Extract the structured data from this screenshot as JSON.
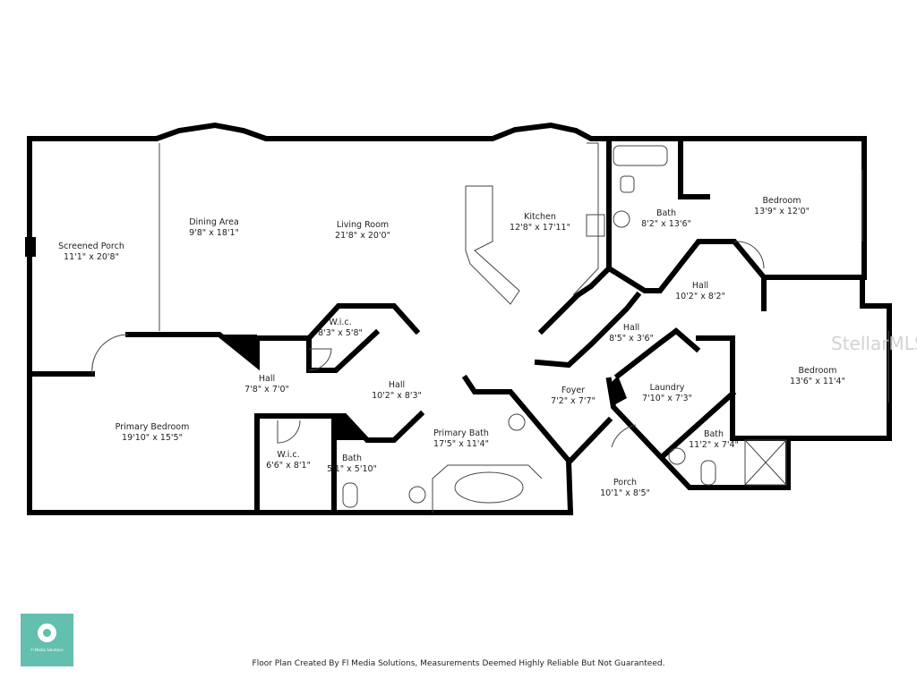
{
  "rooms": [
    {
      "name": "Screened Porch",
      "size": "11'1\" x 20'8\""
    },
    {
      "name": "Dining Area",
      "size": "9'8\" x 18'1\""
    },
    {
      "name": "Living Room",
      "size": "21'8\" x 20'0\""
    },
    {
      "name": "Kitchen",
      "size": "12'8\" x 17'11\""
    },
    {
      "name": "Bath",
      "size": "8'2\" x 13'6\""
    },
    {
      "name": "Bedroom",
      "size": "13'9\" x 12'0\""
    },
    {
      "name": "Hall",
      "size": "10'2\" x 8'2\""
    },
    {
      "name": "Hall",
      "size": "8'5\" x 3'6\""
    },
    {
      "name": "W.i.c.",
      "size": "8'3\" x 5'8\""
    },
    {
      "name": "Hall",
      "size": "7'8\" x 7'0\""
    },
    {
      "name": "Hall",
      "size": "10'2\" x 8'3\""
    },
    {
      "name": "Foyer",
      "size": "7'2\" x 7'7\""
    },
    {
      "name": "Laundry",
      "size": "7'10\" x 7'3\""
    },
    {
      "name": "Bedroom",
      "size": "13'6\" x 11'4\""
    },
    {
      "name": "Primary Bedroom",
      "size": "19'10\" x 15'5\""
    },
    {
      "name": "W.i.c.",
      "size": "6'6\" x 8'1\""
    },
    {
      "name": "Bath",
      "size": "5'1\" x 5'10\""
    },
    {
      "name": "Primary Bath",
      "size": "17'5\" x 11'4\""
    },
    {
      "name": "Bath",
      "size": "11'2\" x 7'4\""
    },
    {
      "name": "Porch",
      "size": "10'1\" x 8'5\""
    }
  ],
  "footer": "Floor Plan Created By Fl Media Solutions, Measurements Deemed Highly Reliable But Not Guaranteed.",
  "logo_text": "Fl Media Solutions",
  "watermark": "StellarMLS",
  "colors": {
    "wall": "#000000",
    "logo": "#63bfae"
  }
}
